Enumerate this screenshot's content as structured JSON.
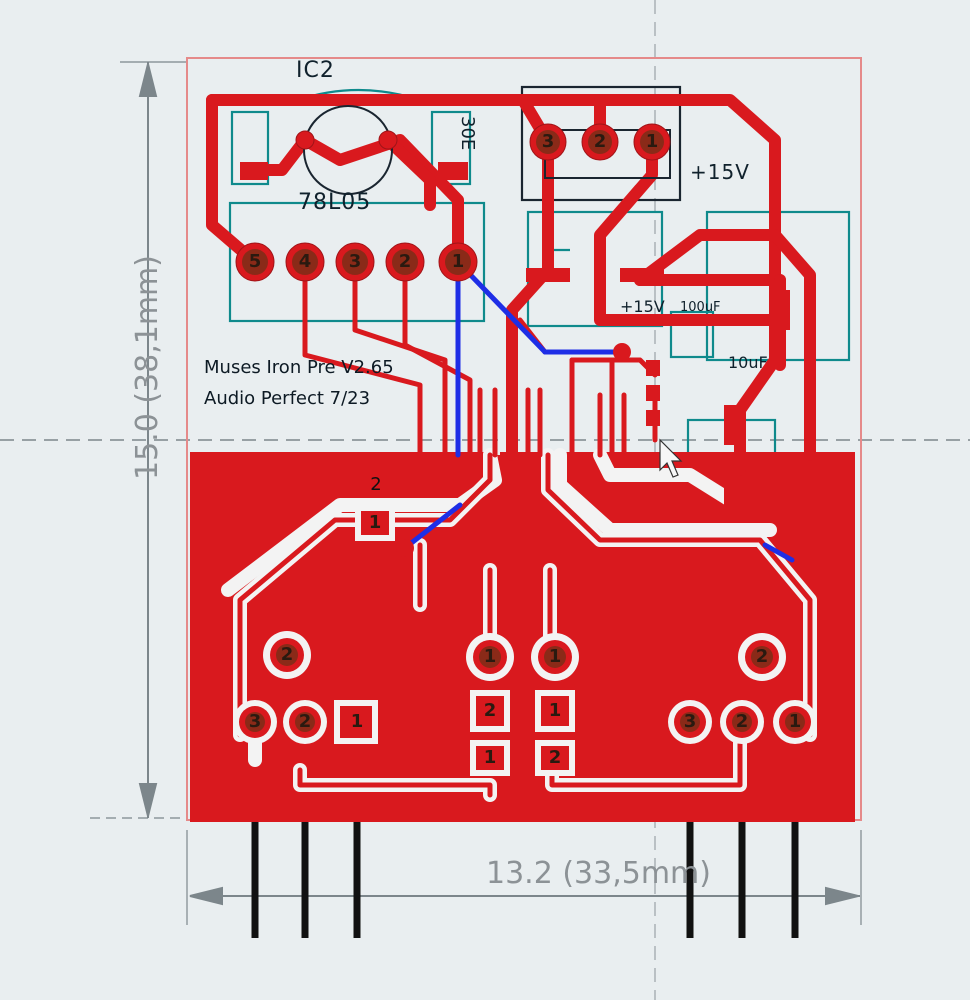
{
  "board": {
    "ic_label": "IC2",
    "regulator_label": "78L05",
    "reg_side_label": "30E",
    "supply_label": "+15V",
    "supply_label_2": "+15V",
    "cap_label": "10uF",
    "cap_label_2": "100uF",
    "title_line1": "Muses Iron Pre V2.65",
    "title_line2": "Audio Perfect 7/23",
    "dim_vertical": "15.0 (38,1mm)",
    "dim_horizontal": "13.2 (33,5mm)"
  },
  "header_pins": [
    "5",
    "4",
    "3",
    "2",
    "1"
  ],
  "reg_pins": [
    "3",
    "2",
    "1"
  ],
  "jumper_pins": [
    "2",
    "1"
  ],
  "connector_pins": {
    "left_top": "2",
    "left_row": [
      "3",
      "2",
      "1"
    ],
    "center_left": [
      "1",
      "2",
      "1"
    ],
    "center_right": [
      "1",
      "1",
      "2"
    ],
    "right_top": "2",
    "right_row": [
      "3",
      "2",
      "1"
    ]
  },
  "colors": {
    "copper_top": "#d9191e",
    "copper_bottom": "#1e2ee6",
    "silkscreen": "#0f8a8c",
    "background": "#e9eef0",
    "pad": "#8a2a18"
  }
}
